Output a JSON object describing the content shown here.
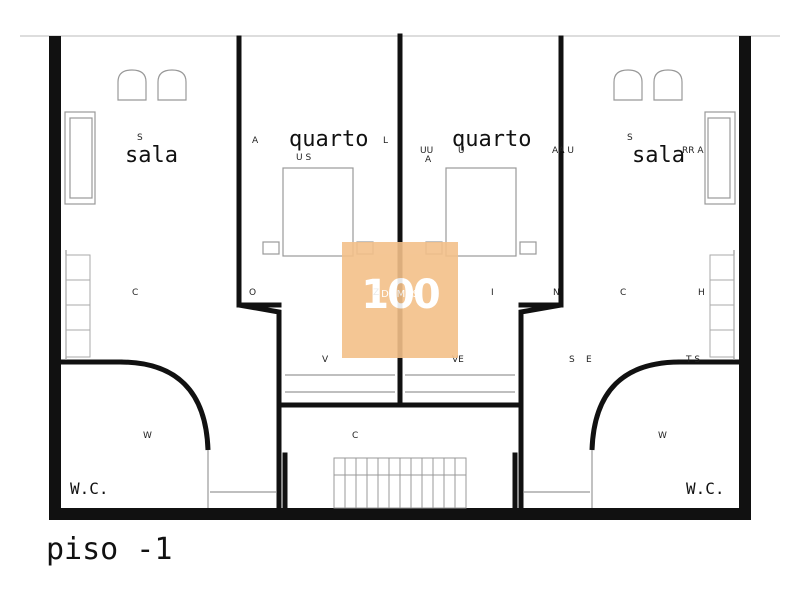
{
  "rooms": {
    "sala_left": "sala",
    "quarto_left": "quarto",
    "quarto_right": "quarto",
    "sala_right": "sala",
    "wc_left": "W.C.",
    "wc_right": "W.C."
  },
  "floor_label": "piso -1",
  "logo": {
    "number": "100",
    "text": "DOMUS"
  },
  "letters": {
    "l1": "S",
    "l2": "A",
    "l3": "L",
    "l4": "U S",
    "l5": "UU",
    "l6": "A",
    "l7": "U",
    "l8": "AA U",
    "l9": "S",
    "l10": "RR A",
    "l11": "C",
    "l12": "O",
    "l13": "Z",
    "l14": "I",
    "l15": "N",
    "l16": "C",
    "l17": "H",
    "l18": "V",
    "l19": "VE",
    "l20": "S",
    "l21": "E",
    "l22": "T S",
    "l23": "W",
    "l24": "C",
    "l25": "W"
  }
}
